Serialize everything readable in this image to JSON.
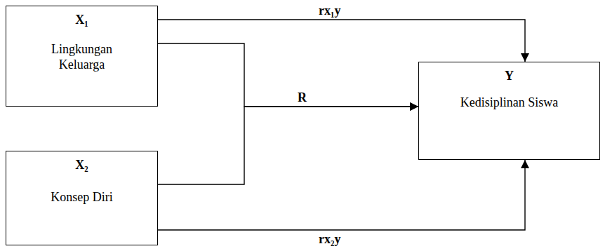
{
  "diagram": {
    "nodes": [
      {
        "text": [
          "X₁",
          "Lingkungan Keluarga"
        ]
      },
      {
        "text": [
          "X₂",
          "Konsep Diri"
        ]
      },
      {
        "text": [
          "Y",
          "Kedisiplinan Siswa"
        ]
      }
    ],
    "edges": [
      {
        "from": 0,
        "to": 2,
        "arrow": "to",
        "label": "rx₁y"
      },
      {
        "from": 0,
        "to": 2,
        "arrow": "to",
        "label": "R"
      },
      {
        "from": 1,
        "to": 2,
        "arrow": "to"
      },
      {
        "from": 1,
        "to": 2,
        "arrow": "to",
        "label": "rx₂y"
      }
    ]
  }
}
